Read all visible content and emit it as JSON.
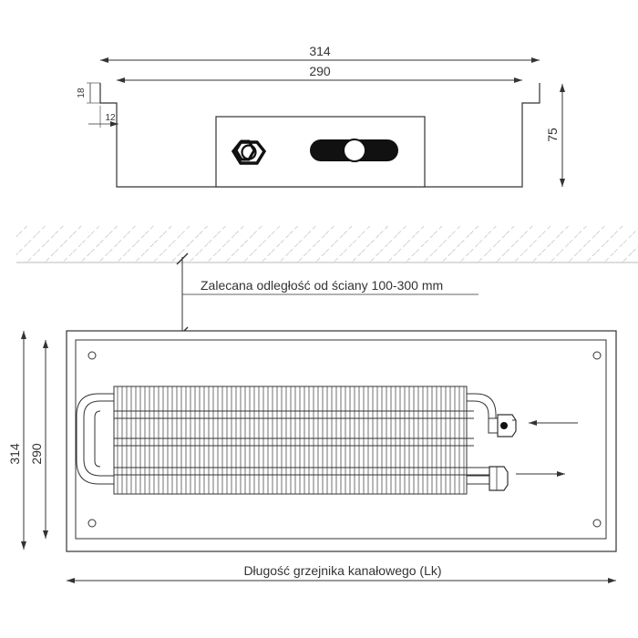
{
  "top_view": {
    "dim_outer_width": "314",
    "dim_inner_width": "290",
    "dim_flange_height": "18",
    "dim_flange_width": "12",
    "dim_height": "75"
  },
  "wall_note": "Zalecana odległość od ściany 100-300 mm",
  "plan_view": {
    "dim_outer_width": "314",
    "dim_inner_width": "290",
    "length_label": "Długość grzejnika kanałowego (Lk)"
  },
  "colors": {
    "line": "#333333",
    "hatch": "#b5b5b5",
    "black_fill": "#111111"
  }
}
